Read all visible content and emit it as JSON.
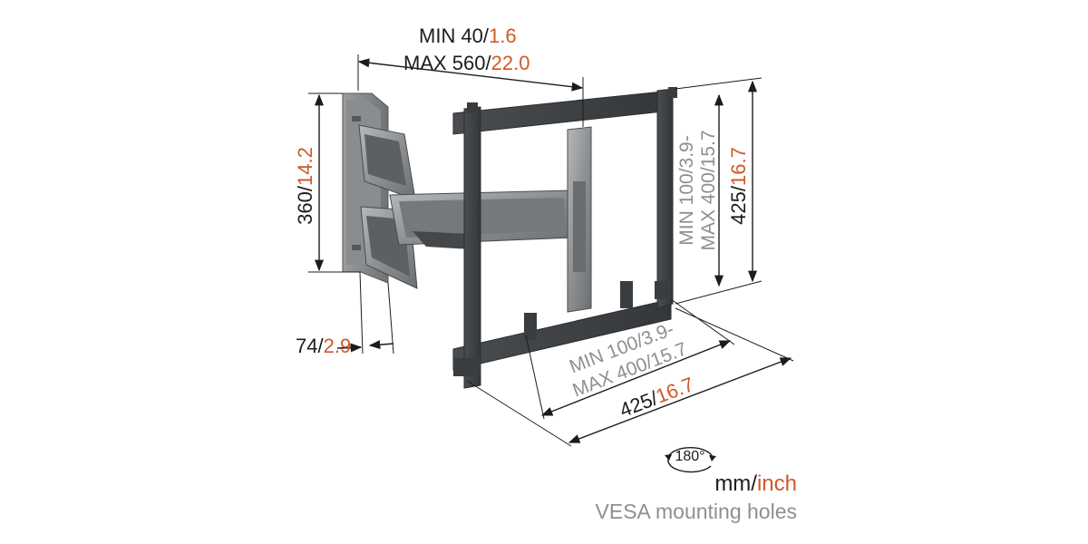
{
  "colors": {
    "text": "#1c1c1c",
    "accent": "#d0582a",
    "vesa_text": "#8f8f8f",
    "frame_dark": "#3f4245",
    "frame_silver": "#8a8d90"
  },
  "dimensions": {
    "depth_min": {
      "mm": "MIN 40/",
      "inch": "1.6"
    },
    "depth_max": {
      "mm": "MAX 560/",
      "inch": "22.0"
    },
    "plate_height": {
      "mm": "360/",
      "inch": "14.2"
    },
    "plate_depth": {
      "mm": "74/",
      "inch": "2.9"
    },
    "frame_height": {
      "mm": "425/",
      "inch": "16.7"
    },
    "frame_width": {
      "mm": "425/",
      "inch": "16.7"
    },
    "vesa_vertical": {
      "line1": "MIN 100/3.9-",
      "line2": "MAX 400/15.7"
    },
    "vesa_horizontal": {
      "line1": "MIN 100/3.9-",
      "line2": "MAX 400/15.7"
    }
  },
  "rotation": {
    "label": "180°",
    "icon": "rotate-180-icon"
  },
  "legend": {
    "units_mm": "mm/",
    "units_inch": "inch",
    "vesa": "VESA mounting holes"
  }
}
